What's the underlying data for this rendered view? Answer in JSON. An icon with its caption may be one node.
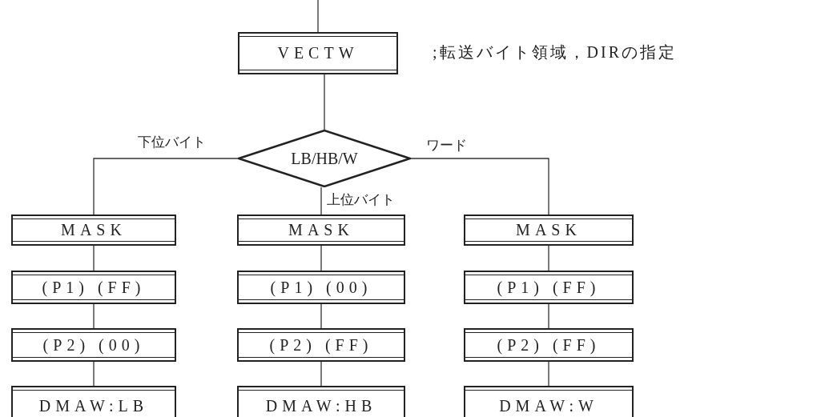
{
  "diagram": {
    "nodes": [
      {
        "text": [
          "VECTW"
        ],
        "beside": [
          ";転送バイト領域，DIRの指定"
        ]
      },
      {
        "text": [
          "LB/HB/W"
        ]
      },
      {
        "text": [
          "MASK"
        ]
      },
      {
        "text": [
          "(P1) (FF)"
        ]
      },
      {
        "text": [
          "(P2) (00)"
        ]
      },
      {
        "text": [
          "DMAW:LB"
        ]
      },
      {
        "text": [
          "MASK"
        ]
      },
      {
        "text": [
          "(P1) (00)"
        ]
      },
      {
        "text": [
          "(P2) (FF)"
        ]
      },
      {
        "text": [
          "DMAW:HB"
        ]
      },
      {
        "text": [
          "MASK"
        ]
      },
      {
        "text": [
          "(P1) (FF)"
        ]
      },
      {
        "text": [
          "(P2) (FF)"
        ]
      },
      {
        "text": [
          "DMAW:W"
        ]
      }
    ],
    "edges": [
      {
        "from": null,
        "to": 0,
        "arrow": "none"
      },
      {
        "from": 0,
        "to": 1,
        "arrow": "none"
      },
      {
        "from": 1,
        "to": 2,
        "arrow": "none",
        "label": "下位バイト"
      },
      {
        "from": 1,
        "to": 6,
        "arrow": "none",
        "label": "上位バイト"
      },
      {
        "from": 1,
        "to": 10,
        "arrow": "none",
        "label": "ワード"
      },
      {
        "from": 2,
        "to": 3,
        "arrow": "none"
      },
      {
        "from": 3,
        "to": 4,
        "arrow": "none"
      },
      {
        "from": 4,
        "to": 5,
        "arrow": "none"
      },
      {
        "from": 6,
        "to": 7,
        "arrow": "none"
      },
      {
        "from": 7,
        "to": 8,
        "arrow": "none"
      },
      {
        "from": 8,
        "to": 9,
        "arrow": "none"
      },
      {
        "from": 10,
        "to": 11,
        "arrow": "none"
      },
      {
        "from": 11,
        "to": 12,
        "arrow": "none"
      },
      {
        "from": 12,
        "to": 13,
        "arrow": "none"
      }
    ]
  }
}
